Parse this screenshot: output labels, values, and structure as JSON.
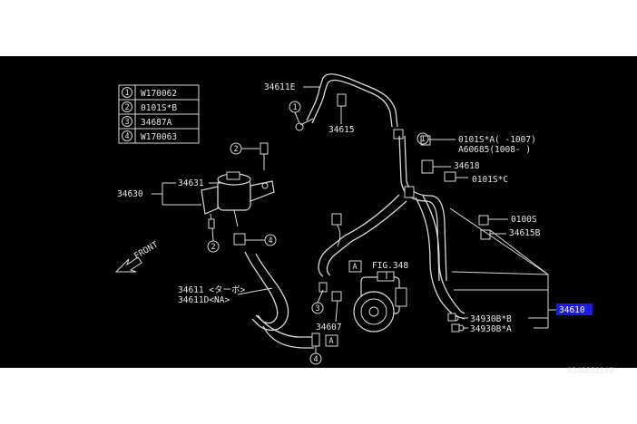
{
  "legend": [
    {
      "num": "1",
      "code": "W170062"
    },
    {
      "num": "2",
      "code": "0101S*B"
    },
    {
      "num": "3",
      "code": "34687A"
    },
    {
      "num": "4",
      "code": "W170063"
    }
  ],
  "parts": {
    "p34611E": "34611E",
    "p34615": "34615",
    "p34631": "34631",
    "p34630": "34630",
    "p0101SA": "0101S*A( -1007)",
    "pA60685": "A60685(1008- )",
    "p34618": "34618",
    "p0101SC": "0101S*C",
    "p0100S": "0100S",
    "p34615B": "34615B",
    "pFIG348": "FIG.348",
    "p34611": "34611 <ターボ>",
    "p34611D": "34611D<NA>",
    "p34607": "34607",
    "p34930BB": "34930B*B",
    "p34930BA": "34930B*A",
    "p34610": "34610",
    "front": "FRONT",
    "refA": "A",
    "footer": "A346001148"
  },
  "callouts": {
    "c1a": "1",
    "c1b": "1",
    "c2a": "2",
    "c2b": "2",
    "c3": "3",
    "c4a": "4",
    "c4b": "4"
  }
}
